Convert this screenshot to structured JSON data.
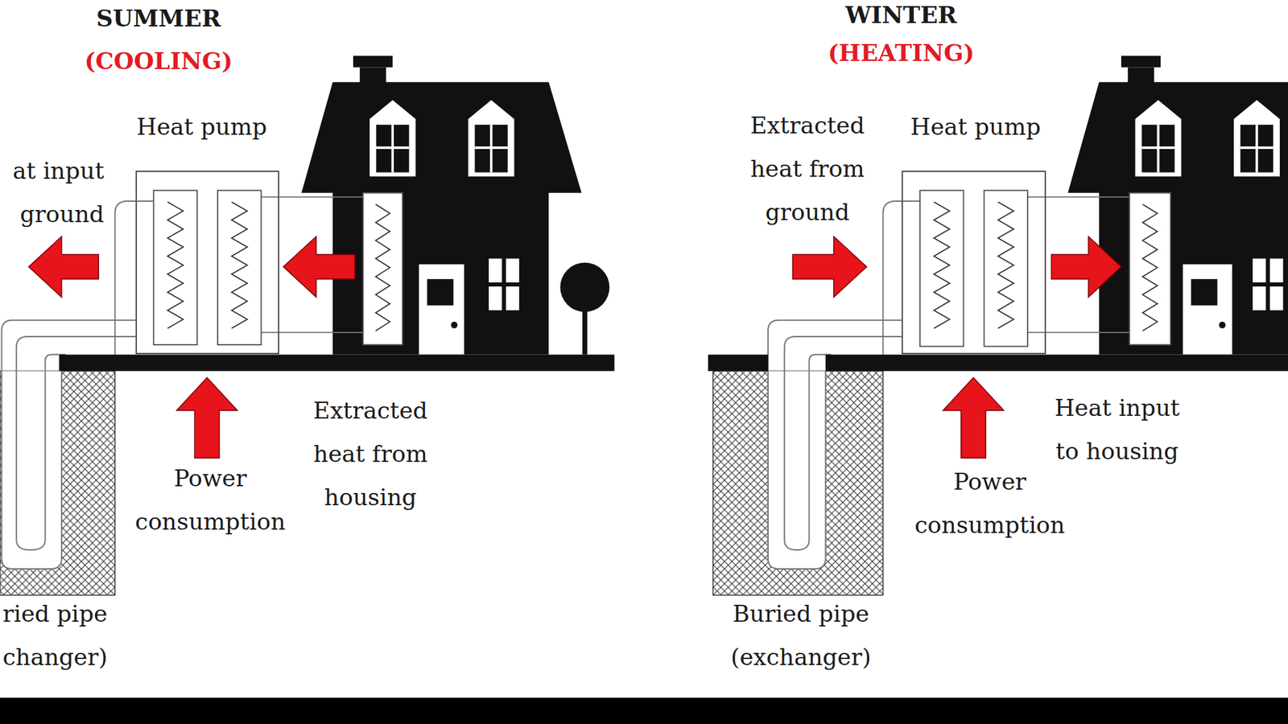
{
  "diagram": {
    "nodes": [
      {
        "text": [
          "Heat pump"
        ]
      },
      {
        "text": [
          "ried pipe changer)"
        ]
      },
      {
        "text": [
          "Heat pump"
        ]
      },
      {
        "text": [
          "Buried pipe (exchanger)"
        ]
      }
    ],
    "labels": [
      "SUMMER",
      "(COOLING)",
      "at input ground",
      "Extracted heat from housing",
      "Power consumption",
      "WINTER",
      "(HEATING)",
      "Extracted heat from ground",
      "Heat input to housing",
      "Power consumption"
    ]
  }
}
